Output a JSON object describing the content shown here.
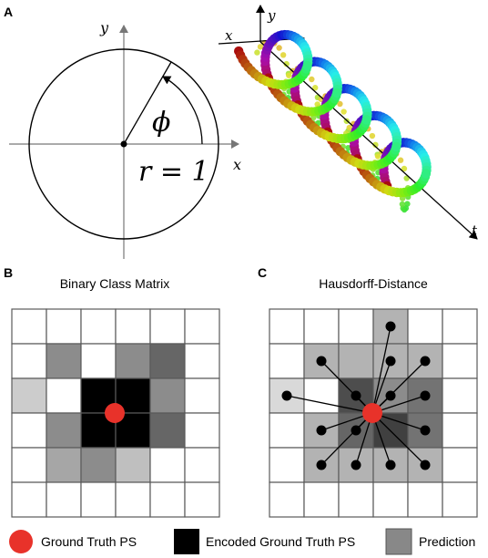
{
  "panelA": {
    "letter": "A",
    "circle_axis_y": "y",
    "circle_axis_x": "x",
    "angle_symbol": "ϕ",
    "radius_label": "r = 1",
    "helix_axis_y": "y",
    "helix_axis_x": "x",
    "helix_axis_t": "t",
    "helix_turns": 5
  },
  "panelB": {
    "letter": "B",
    "title": "Binary Class Matrix",
    "grid": [
      [
        0,
        0,
        0,
        0,
        0,
        0
      ],
      [
        0,
        0.45,
        0,
        0.45,
        0.6,
        0
      ],
      [
        0.2,
        0,
        1,
        1,
        0.45,
        0
      ],
      [
        0,
        0.45,
        1,
        1,
        0.6,
        0
      ],
      [
        0,
        0.35,
        0.45,
        0.25,
        0,
        0
      ],
      [
        0,
        0,
        0,
        0,
        0,
        0
      ]
    ]
  },
  "panelC": {
    "letter": "C",
    "title": "Hausdorff-Distance",
    "grid": [
      [
        0,
        0,
        0,
        0.3,
        0,
        0
      ],
      [
        0,
        0.3,
        0.3,
        0.3,
        0.3,
        0
      ],
      [
        0.15,
        0,
        0.7,
        0.45,
        0.55,
        0
      ],
      [
        0,
        0.3,
        0.6,
        0.75,
        0.55,
        0
      ],
      [
        0,
        0.3,
        0.3,
        0.3,
        0.3,
        0
      ],
      [
        0,
        0,
        0,
        0,
        0,
        0
      ]
    ],
    "points": [
      [
        3.5,
        0.5
      ],
      [
        1.5,
        1.5
      ],
      [
        3.5,
        1.5
      ],
      [
        4.5,
        1.5
      ],
      [
        0.5,
        2.5
      ],
      [
        2.5,
        2.5
      ],
      [
        3.5,
        2.5
      ],
      [
        4.5,
        2.5
      ],
      [
        1.5,
        3.5
      ],
      [
        2.5,
        3.5
      ],
      [
        4.5,
        3.5
      ],
      [
        1.5,
        4.5
      ],
      [
        2.5,
        4.5
      ],
      [
        3.5,
        4.5
      ],
      [
        4.5,
        4.5
      ]
    ]
  },
  "legend": {
    "ground_truth": "Ground Truth PS",
    "encoded": "Encoded Ground Truth PS",
    "prediction": "Prediction"
  },
  "colors": {
    "ground_truth": "#e8322a",
    "encoded": "#000000",
    "prediction": "#888888",
    "grid_line": "#5a5a5a"
  }
}
